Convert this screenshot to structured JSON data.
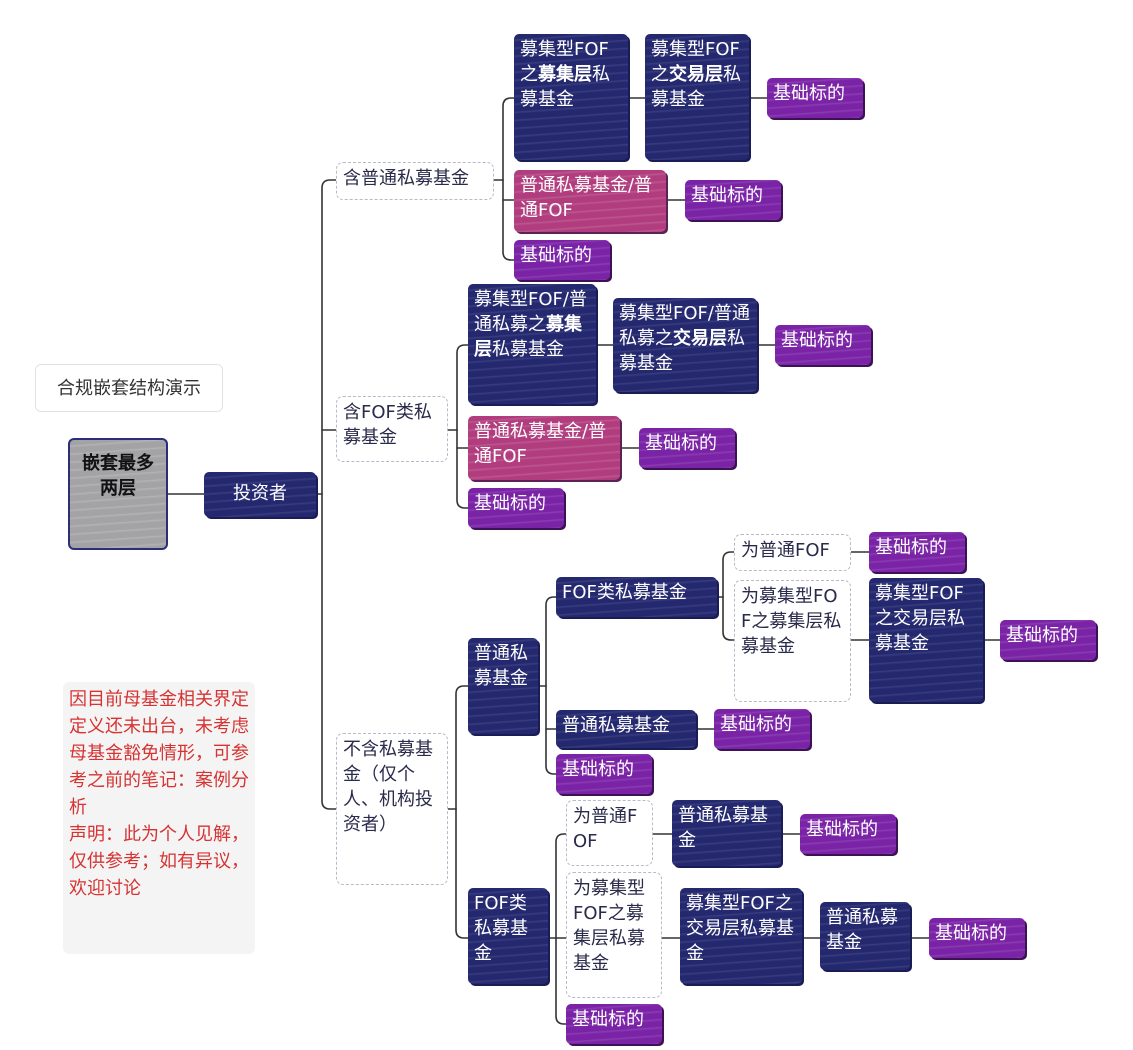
{
  "title": "合规嵌套结构演示",
  "root": "嵌套最多两层",
  "investor": "投资者",
  "note": {
    "line1": "因目前母基金相关界定定义还未出台，未考虑母基金豁免情形，可参考之前的笔记：案例分析",
    "line2": "声明：此为个人见解，仅供参考；如有异议，欢迎讨论"
  },
  "colors": {
    "navy": "#24286f",
    "purple": "#7a23a6",
    "pink": "#b13d7e",
    "note_text": "#d63333",
    "line": "#333333"
  },
  "branch1": {
    "label": "含普通私募基金",
    "a_pre": "募集型FOF之",
    "a_bold": "募集层",
    "a_post": "私募基金",
    "b_pre": "募集型FOF之",
    "b_bold": "交易层",
    "b_post": "私募基金",
    "c": "基础标的",
    "d": "普通私募基金/普通FOF",
    "e": "基础标的",
    "f": "基础标的"
  },
  "branch2": {
    "label": "含FOF类私募基金",
    "a_pre": "募集型FOF/普通私募之",
    "a_bold": "募集层",
    "a_post": "私募基金",
    "b_pre": "募集型FOF/普通私募之",
    "b_bold": "交易层",
    "b_post": "私募基金",
    "c": "基础标的",
    "d": "普通私募基金/普通FOF",
    "e": "基础标的",
    "f": "基础标的"
  },
  "branch3": {
    "label": "不含私募基金（仅个人、机构投资者）",
    "p": {
      "label": "普通私募基金",
      "fof": "FOF类私募基金",
      "fof_a": "为普通FOF",
      "fof_a_leaf": "基础标的",
      "fof_b": "为募集型FOF之募集层私募基金",
      "fof_b_child": "募集型FOF之交易层私募基金",
      "fof_b_leaf": "基础标的",
      "ord": "普通私募基金",
      "ord_leaf": "基础标的",
      "leaf": "基础标的"
    },
    "q": {
      "label": "FOF类私募基金",
      "a": "为普通FOF",
      "a_child": "普通私募基金",
      "a_leaf": "基础标的",
      "b": "为募集型FOF之募集层私募基金",
      "b_child": "募集型FOF之交易层私募基金",
      "b_child2": "普通私募基金",
      "b_leaf": "基础标的",
      "leaf": "基础标的"
    }
  }
}
